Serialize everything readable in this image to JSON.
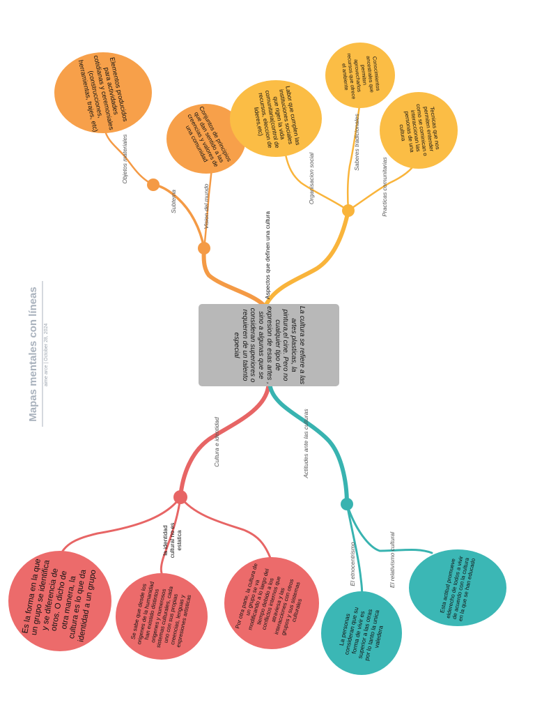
{
  "header": {
    "title": "Mapas mentales con líneas",
    "author": "aime arce",
    "date": "October 28, 2024"
  },
  "center": {
    "text": "La cultura se refiere a las artes plasticas, la pintura,el cine. Pero no cualquier tipo de expresion de esas artes , sino a algunas que se consideran superiores o requieren de un talento especial",
    "color": "#b8b8b8"
  },
  "colors": {
    "orange": "#f7a04a",
    "orange_line": "#f49a45",
    "yellow": "#fbbd45",
    "yellow_line": "#f9b43b",
    "red": "#ec6b6b",
    "red_line": "#e76565",
    "teal": "#3bb7b5",
    "teal_line": "#38b3b0"
  },
  "branches": {
    "aspectos": "Aspectos que definen una cultura",
    "subtema": "Subtema",
    "objetos": "Objetos materiales",
    "vision": "Vision del mundo",
    "organizacion": "Organisacion social",
    "saberes": "Saberes tradicionales",
    "practicas": "Practicas comunitarias",
    "cultura_identidad": "Cultura e identidad",
    "identidad_no_estatica": "la identidad cultural no es estatica",
    "actitudes": "Actitudes ante las culturas",
    "etnocentrismo": "El etnocentrismo",
    "relativismo": "El relativismo cultural"
  },
  "nodes": {
    "elementos": "Elementos producidos para actividades cotidianas y ceremoniales (construcciones, herramientas, trajes, etc)",
    "conjuntos": "Conjuntos de principios que dan sentido a las creencias y valores de una comunidad",
    "labor": "Labor que cumplen las instituciones sociales que rigen la vida comunitaria(control de recursos, eleccion de lideres,etc)",
    "conocimientos": "Conocimientos ancestrales que permiten aprovecharlos recursos que ofrece el ambiente",
    "tecnicas": "Tecnicas que nos permiten entender como se cominican o interaccionan las personas de una cultura",
    "forma": "Es la forma en la que un grupo se identifica y se diferencia de otros. O dicho de otra manera, la cultura es lo que da identidad a un grupo",
    "se_sabe": "Se sabe que desde los origenes de la humanidad han existido distintos origenes y numerosos sistemas culturales, cada uno con sus propias creencias, lenguas y expresiones artisticas",
    "por_otra": "Por otra parte, la cultura de un grupo se va modificando a lo largo del tiempo debido a los conflictos internos que atraviesa y las interacciones con otros grupos y sus sistemas culturales",
    "personas": "La personas consideran que su forma de vivir es superior a las otras por lo tanto la unica valedera",
    "actitud": "Esta actitud promueve elderecho de todos a vivir de acuerdo con la cultura en la que se han educado"
  }
}
